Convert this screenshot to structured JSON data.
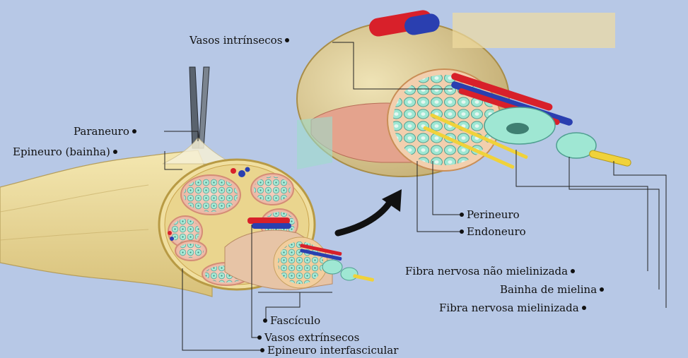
{
  "labels": {
    "vasos_intrinsecos": "Vasos intrínsecos",
    "paraneuro": "Paraneuro",
    "epineuro_bainha": "Epineuro (bainha)",
    "perineuro": "Perineuro",
    "endoneuro": "Endoneuro",
    "fibra_nao_mielinizada": "Fibra nervosa não mielinizada",
    "bainha_mielina": "Bainha de mielina",
    "fibra_mielinizada": "Fibra nervosa mielinizada",
    "fasciculo": "Fascículo",
    "vasos_extrinsecos": "Vasos extrínsecos",
    "epineuro_interfascicular": "Epineuro interfascicular"
  },
  "colors": {
    "background": "#b7c8e6",
    "nerve_body": "#efdf9e",
    "fascicle": "#f2c9b8",
    "fiber": "#8ee0c8",
    "artery": "#d8202a",
    "vein": "#2a3fb0",
    "axon": "#f0d23a"
  }
}
